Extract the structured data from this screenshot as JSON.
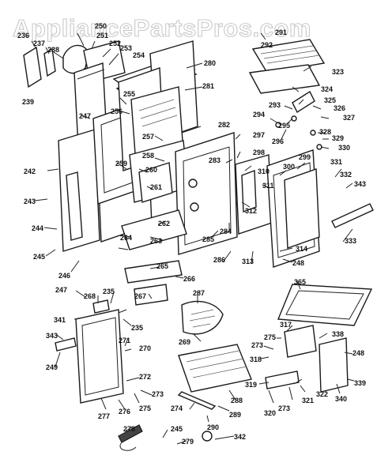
{
  "watermark": "AppliancePartsPros.com",
  "labels": [
    "236",
    "237",
    "238",
    "250",
    "251",
    "252",
    "253",
    "254",
    "239",
    "280",
    "281",
    "291",
    "292",
    "323",
    "247",
    "255",
    "256",
    "257",
    "282",
    "297",
    "298",
    "258",
    "259",
    "260",
    "261",
    "283",
    "310",
    "311",
    "312",
    "300",
    "299",
    "331",
    "332",
    "343",
    "242",
    "243",
    "244",
    "245",
    "246",
    "262",
    "263",
    "264",
    "285",
    "284",
    "333",
    "324",
    "325",
    "293",
    "294",
    "295",
    "296",
    "326",
    "327",
    "328",
    "329",
    "330",
    "286",
    "313",
    "314",
    "248",
    "265",
    "266",
    "267",
    "247",
    "268",
    "235",
    "341",
    "235",
    "287",
    "365",
    "343",
    "249",
    "269",
    "271",
    "270",
    "317",
    "275",
    "273",
    "318",
    "338",
    "248",
    "339",
    "272",
    "273",
    "275",
    "277",
    "276",
    "288",
    "274",
    "289",
    "290",
    "319",
    "320",
    "321",
    "322",
    "340",
    "278",
    "245",
    "279",
    "342",
    "273"
  ]
}
